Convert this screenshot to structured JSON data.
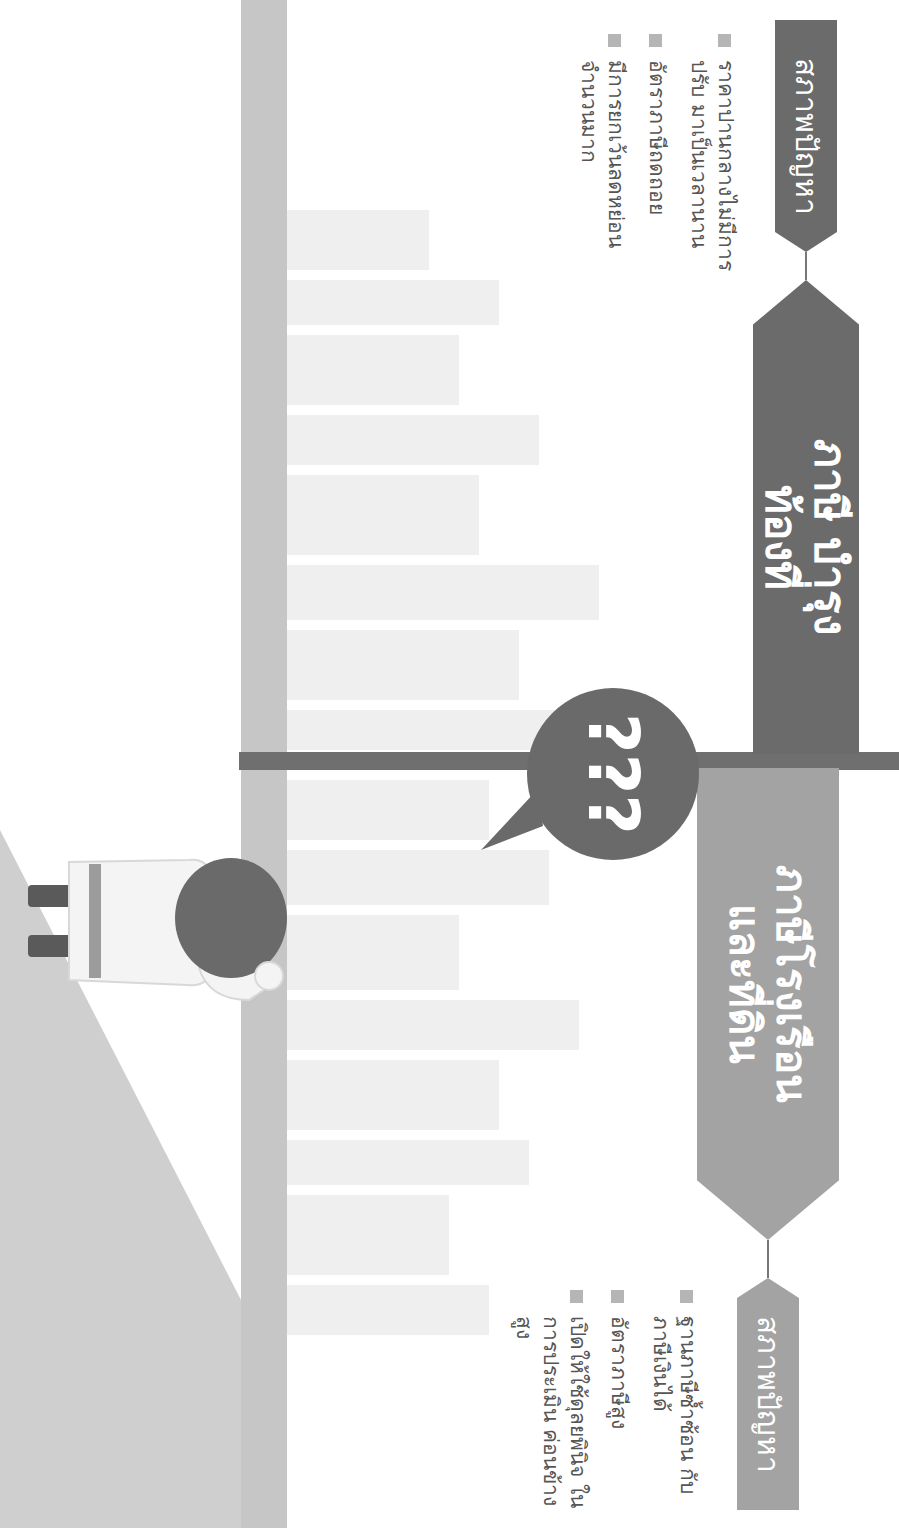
{
  "diagram": {
    "nodes": [
      {
        "text": [
          "สภาพปัญหา"
        ]
      },
      {
        "text": [
          "ภาษี บำรุงท้องที่"
        ]
      },
      {
        "text": [
          "ภาษีโรงเรือน และที่ดิน"
        ]
      },
      {
        "text": [
          "สภาพปัญหา"
        ]
      },
      {
        "text": [
          "???"
        ]
      }
    ],
    "edges": [
      {
        "from": 0,
        "to": 1,
        "arrow": "none"
      },
      {
        "from": 2,
        "to": 3,
        "arrow": "none"
      }
    ],
    "labels": [
      "ราคาปานกลางไม่มีการปรับ มาเป็นเวลานาน",
      "อัตราภาษีถดถอย",
      "มีการยกเว้นลดหย่อน จำนวนมาก",
      "ฐานภาษีซ้ำซ้อน กับภาษีเงินได้",
      "อัตราภาษีสูง",
      "เปิดให้ใช้ดุลยพินิจ ในการประเมิน ค่อนข้างสูง"
    ]
  }
}
